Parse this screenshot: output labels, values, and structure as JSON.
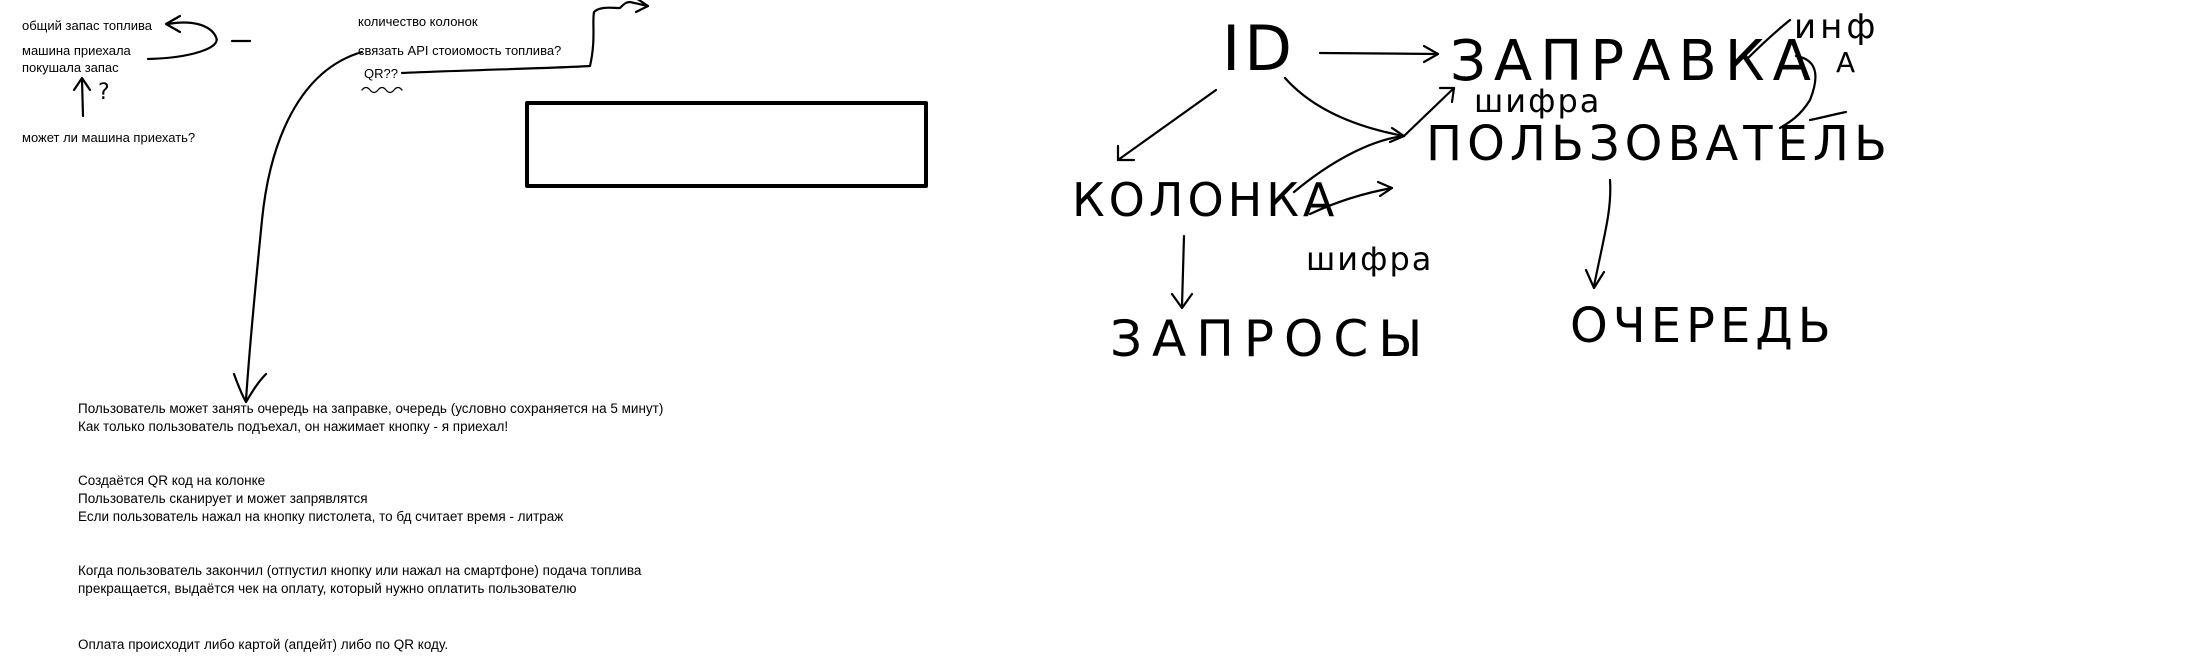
{
  "notes": {
    "total_fuel": "общий запас топлива",
    "car_arrived": "машина приехала",
    "car_ate": "покушала запас",
    "question_mark": "?",
    "can_car_come": "может ли машина приехать?",
    "pump_count": "количество колонок",
    "api_link": "связать API стоиомость топлива?",
    "qr": "QR??"
  },
  "paragraphs": [
    {
      "lines": [
        "Пользователь может занять очередь на заправке, очередь (условно сохраняется на 5 минут)",
        "Как только пользователь подъехал, он нажимает кнопку - я приехал!"
      ]
    },
    {
      "lines": [
        "Создаётся QR код на колонке",
        "Пользователь сканирует и может запрявлятся",
        "Если пользователь нажал на кнопку пистолета, то бд считает время - литраж"
      ]
    },
    {
      "lines": [
        "Когда пользователь закончил (отпустил кнопку или нажал на смартфоне) подача топлива",
        "прекращается, выдаётся чек на оплату, который нужно оплатить пользователю"
      ]
    },
    {
      "lines": [
        "Оплата происходит либо картой (апдейт) либо по QR коду."
      ]
    }
  ],
  "diagram": {
    "id": "ID",
    "station": "ЗАПРАВКА",
    "user": "ПОЛЬЗОВАТЕЛЬ",
    "pump": "КОЛОНКА",
    "requests": "ЗАПРОСЫ",
    "queue": "ОЧЕРЕДЬ",
    "info_top": "инф",
    "info_a": "А",
    "cipher_top": "шифра",
    "cipher_bottom": "шифра"
  },
  "colors": {
    "ink": "#000000",
    "background": "#ffffff"
  }
}
